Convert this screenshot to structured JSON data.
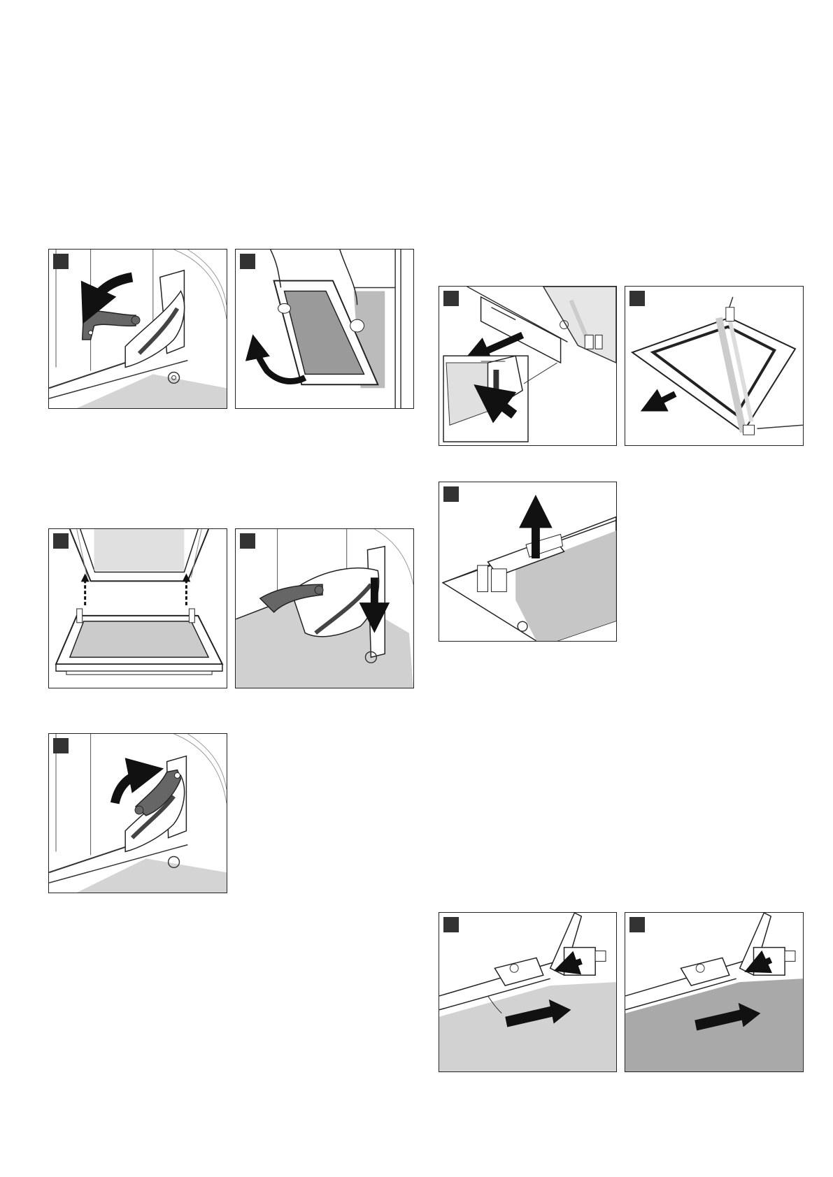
{
  "page": {
    "background": "#ffffff"
  },
  "colors": {
    "frame": "#222222",
    "badge": "#333333",
    "arrow": "#111111",
    "part_dark": "#666666",
    "surface_light": "#d4d4d4",
    "surface_mid": "#a9a9a9"
  },
  "figures": [
    {
      "id": "hinge-lever-down",
      "icon": "hinge-lever-down-illustration"
    },
    {
      "id": "remove-door",
      "icon": "lift-door-off-illustration"
    },
    {
      "id": "unclip-cover",
      "icon": "press-clip-release-illustration"
    },
    {
      "id": "pull-out-glass",
      "icon": "pull-glass-pane-illustration"
    },
    {
      "id": "lift-clip",
      "icon": "lift-hinge-clip-illustration"
    },
    {
      "id": "door-hinge-slots",
      "icon": "door-hinge-slots-illustration"
    },
    {
      "id": "hinge-lever-lower",
      "icon": "lower-door-hinge-illustration"
    },
    {
      "id": "hinge-lever-up",
      "icon": "close-hinge-lever-illustration"
    },
    {
      "id": "slide-pane-in-a",
      "icon": "insert-glass-pane-illustration"
    },
    {
      "id": "slide-pane-in-b",
      "icon": "insert-glass-pane-illustration"
    }
  ]
}
